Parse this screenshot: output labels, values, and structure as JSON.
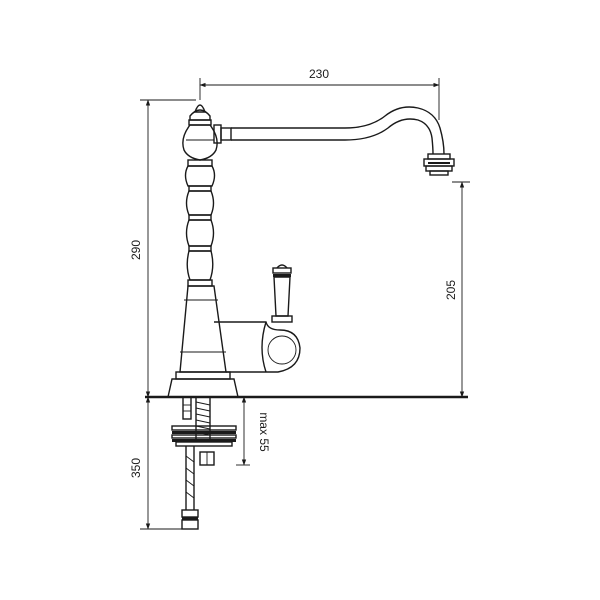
{
  "dimensions": {
    "spout_reach": "230",
    "total_height": "290",
    "spout_height": "205",
    "under_counter_length": "350",
    "max_counter_thickness": "max 55"
  },
  "colors": {
    "line": "#1a1a1a",
    "background": "#ffffff"
  }
}
